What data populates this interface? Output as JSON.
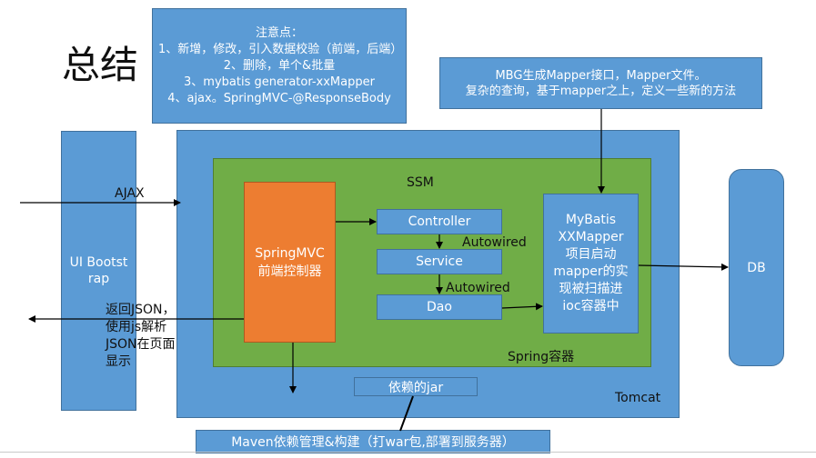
{
  "title": "总结",
  "notes": {
    "heading": "注意点：",
    "lines": [
      "1、新增，修改，引入数据校验（前端，后端）",
      "2、删除，单个&批量",
      "3、mybatis generator-xxMapper",
      "4、ajax。SpringMVC-@ResponseBody"
    ]
  },
  "mbg_note": {
    "line1": "MBG生成Mapper接口，Mapper文件。",
    "line2": "复杂的查询，基于mapper之上，定义一些新的方法"
  },
  "ui": {
    "label": "UI Bootstrap"
  },
  "ajax_label": "AJAX",
  "return_text": [
    "返回JSON，",
    "使用js解析",
    "JSON在页面",
    "显示"
  ],
  "tomcat_label": "Tomcat",
  "ssm_label": "SSM",
  "spring_container_label": "Spring容器",
  "springmvc": {
    "line1": "SpringMVC",
    "line2": "前端控制器"
  },
  "layers": {
    "controller": "Controller",
    "service": "Service",
    "dao": "Dao"
  },
  "autowired_1": "Autowired",
  "autowired_2": "Autowired",
  "mybatis_text": [
    "MyBatis",
    "XXMapper",
    "项目启动",
    "mapper的实",
    "现被扫描进",
    "ioc容器中"
  ],
  "db_label": "DB",
  "jar_label": "依赖的jar",
  "maven_label": "Maven依赖管理&构建（打war包,部署到服务器）"
}
